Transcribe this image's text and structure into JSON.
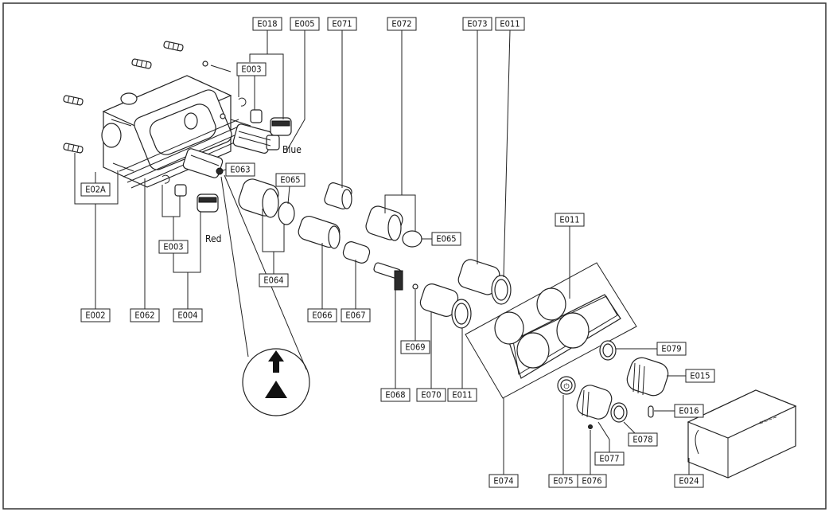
{
  "labels": {
    "E018": "E018",
    "E005": "E005",
    "E071": "E071",
    "E072": "E072",
    "E073": "E073",
    "E011a": "E011",
    "E003a": "E003",
    "E063": "E063",
    "E065a": "E065",
    "E02A": "E02A",
    "E065b": "E065",
    "E003b": "E003",
    "E064": "E064",
    "E011b": "E011",
    "E002": "E002",
    "E062": "E062",
    "E004": "E004",
    "E066": "E066",
    "E067": "E067",
    "E069": "E069",
    "E068": "E068",
    "E070": "E070",
    "E011c": "E011",
    "E079": "E079",
    "E015": "E015",
    "E016": "E016",
    "E078": "E078",
    "E077": "E077",
    "E074": "E074",
    "E075": "E075",
    "E076": "E076",
    "E024": "E024"
  },
  "annotations": {
    "blue": "Blue",
    "red": "Red"
  },
  "icons": [
    "up-arrow-icon",
    "triangle-warning-icon",
    "power-icon"
  ]
}
